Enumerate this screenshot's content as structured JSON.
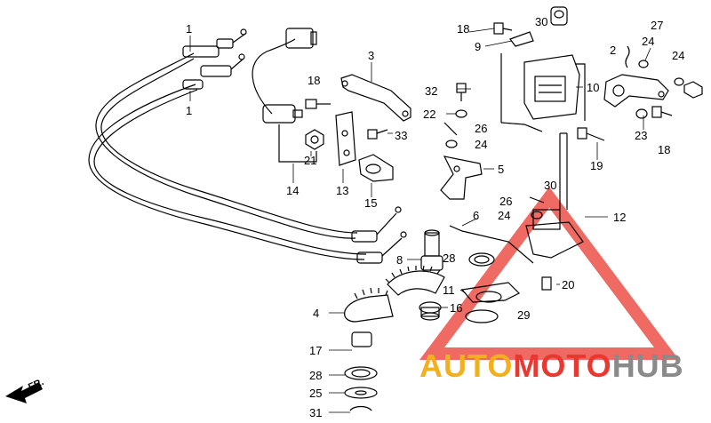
{
  "diagram": {
    "part_numbers": [
      "1",
      "1",
      "2",
      "3",
      "4",
      "5",
      "6",
      "8",
      "9",
      "10",
      "11",
      "12",
      "13",
      "14",
      "15",
      "16",
      "17",
      "18",
      "18",
      "18",
      "19",
      "20",
      "21",
      "22",
      "23",
      "24",
      "24",
      "24",
      "24",
      "25",
      "26",
      "26",
      "27",
      "28",
      "28",
      "29",
      "30",
      "30",
      "31",
      "32",
      "33"
    ],
    "direction_label": "FR.",
    "colors": {
      "line": "#000000",
      "triangle": "#e8382f",
      "watermark_red": "#e8382f",
      "watermark_gold": "#f2b01e",
      "watermark_gray": "#8a8a8a"
    }
  },
  "watermark": {
    "part1": "AUTO",
    "part2": "MOTO",
    "part3": "HUB"
  }
}
